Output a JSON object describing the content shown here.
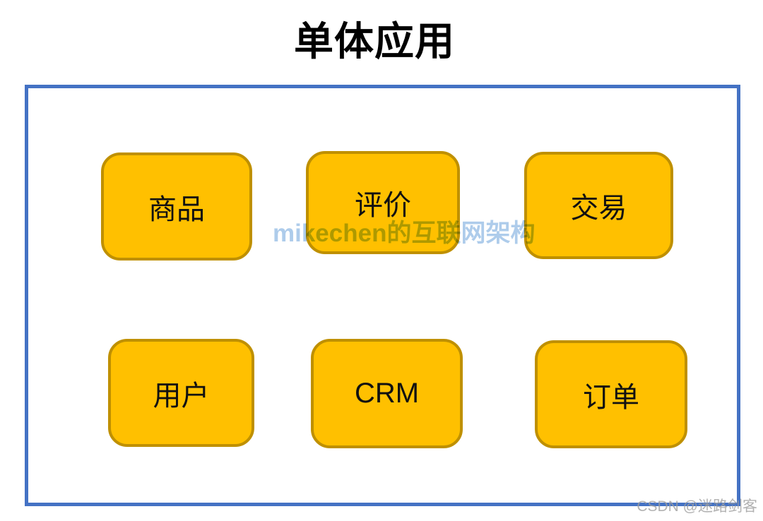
{
  "title": "单体应用",
  "container": {
    "description": "monolithic application boundary"
  },
  "modules": [
    {
      "label": "商品"
    },
    {
      "label": "评价"
    },
    {
      "label": "交易"
    },
    {
      "label": "用户"
    },
    {
      "label": "CRM"
    },
    {
      "label": "订单"
    }
  ],
  "watermarks": {
    "center": "mikechen的互联网架构",
    "corner": "CSDN @迷路剑客"
  },
  "colors": {
    "box_fill": "#FFC000",
    "box_border": "#BF9000",
    "container_border": "#4472C4",
    "watermark_blue": "#AECCEB",
    "watermark_gray": "#9E9E9E"
  }
}
